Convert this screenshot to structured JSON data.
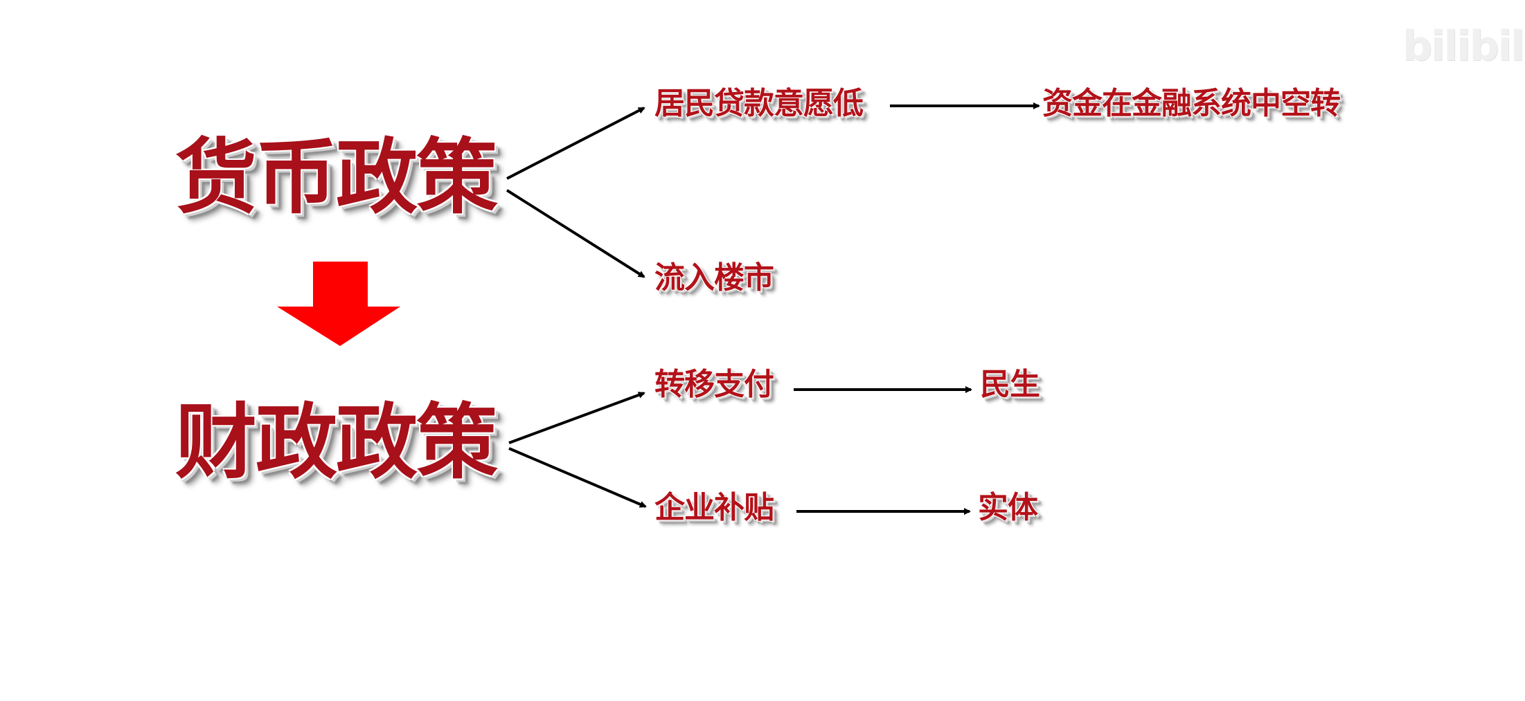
{
  "diagram": {
    "monetary_policy": "货币政策",
    "fiscal_policy": "财政政策",
    "monetary_branches": {
      "loans": "居民贷款意愿低",
      "idle_funds": "资金在金融系统中空转",
      "housing": "流入楼市"
    },
    "fiscal_branches": {
      "transfer": "转移支付",
      "welfare": "民生",
      "subsidy": "企业补贴",
      "real_economy": "实体"
    }
  },
  "watermark": "bilibili",
  "colors": {
    "text": "#b3121a",
    "down_arrow": "#ff0000",
    "connector": "#000000",
    "background": "#ffffff"
  }
}
